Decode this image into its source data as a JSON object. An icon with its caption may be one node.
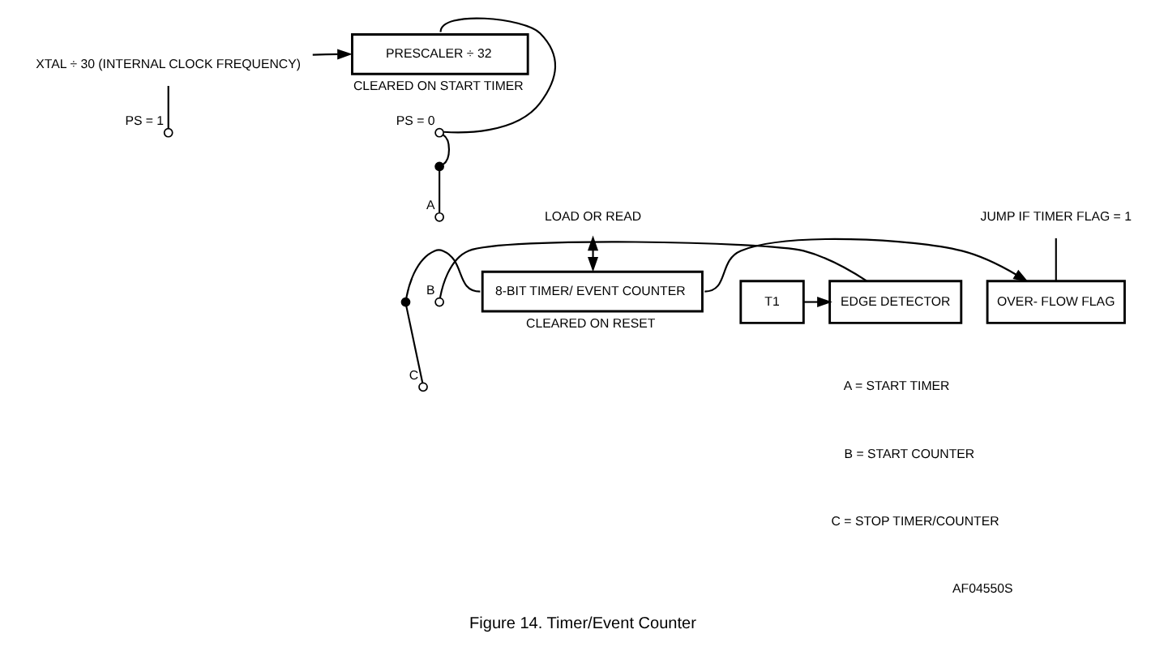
{
  "diagram": {
    "caption": "Figure 14. Timer/Event Counter",
    "nodes": [
      {
        "text": [
          "XTAL ÷ 30 (INTERNAL CLOCK FREQUENCY)"
        ]
      },
      {
        "text": [
          "PRESCALER ÷ 32"
        ],
        "beside": [
          "CLEARED ON START TIMER"
        ]
      },
      {
        "text": [],
        "shape": "circle",
        "beside": [
          "PS = 1"
        ]
      },
      {
        "text": [],
        "shape": "circle",
        "beside": [
          "PS = 0"
        ]
      },
      {
        "text": [],
        "shape": "circle"
      },
      {
        "text": [],
        "shape": "circle",
        "beside": [
          "A"
        ]
      },
      {
        "text": [
          "T1"
        ]
      },
      {
        "text": [
          "EDGE DETECTOR"
        ]
      },
      {
        "text": [],
        "shape": "circle",
        "beside": [
          "B"
        ]
      },
      {
        "text": [],
        "shape": "circle",
        "beside": [
          "C"
        ]
      },
      {
        "text": [],
        "shape": "circle"
      },
      {
        "text": [
          "8-BIT TIMER/ EVENT COUNTER"
        ],
        "beside": [
          "CLEARED ON RESET"
        ]
      },
      {
        "text": [
          "OVER- FLOW FLAG"
        ]
      },
      {
        "text": [
          "LOAD OR READ"
        ]
      },
      {
        "text": [
          "JUMP IF TIMER FLAG = 1"
        ]
      }
    ],
    "edges": [
      {
        "from": 0,
        "to": 1,
        "arrow": "to"
      },
      {
        "from": 0,
        "to": 2,
        "arrow": "none"
      },
      {
        "from": 1,
        "to": 3,
        "arrow": "none"
      },
      {
        "from": 4,
        "to": 3,
        "arrow": "none"
      },
      {
        "from": 4,
        "to": 5,
        "arrow": "none"
      },
      {
        "from": 6,
        "to": 7,
        "arrow": "to"
      },
      {
        "from": 7,
        "to": 8,
        "arrow": "none"
      },
      {
        "from": 10,
        "to": 9,
        "arrow": "none"
      },
      {
        "from": 10,
        "to": 11,
        "arrow": "none"
      },
      {
        "from": 13,
        "to": 11,
        "arrow": "both"
      },
      {
        "from": 11,
        "to": 12,
        "arrow": "to"
      },
      {
        "from": 14,
        "to": 12,
        "arrow": "none"
      }
    ],
    "labels": [
      "A = START TIMER",
      "B = START COUNTER",
      "C = STOP TIMER/COUNTER",
      "AF04550S"
    ]
  }
}
